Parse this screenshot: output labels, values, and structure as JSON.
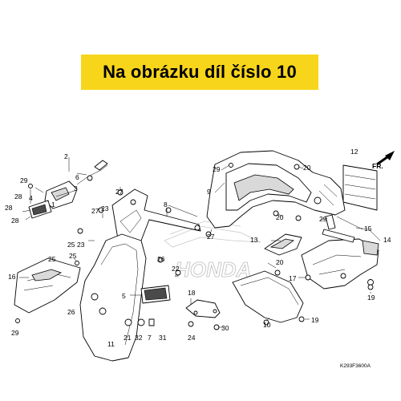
{
  "banner": {
    "text": "Na obrázku díl číslo 10",
    "color": "#f7d51b"
  },
  "watermark": {
    "text": "HONDA"
  },
  "direction_label": "FR.",
  "drawing_code": "K293F3600A",
  "callouts": [
    "1",
    "2",
    "3",
    "4",
    "5",
    "6",
    "7",
    "8",
    "9",
    "10",
    "11",
    "12",
    "13",
    "14",
    "15",
    "16",
    "17",
    "18",
    "19",
    "20",
    "21",
    "22",
    "23",
    "24",
    "25",
    "26",
    "27",
    "28",
    "29",
    "30",
    "31",
    "32"
  ],
  "icons": {
    "direction_arrow": "arrow-right-icon"
  }
}
